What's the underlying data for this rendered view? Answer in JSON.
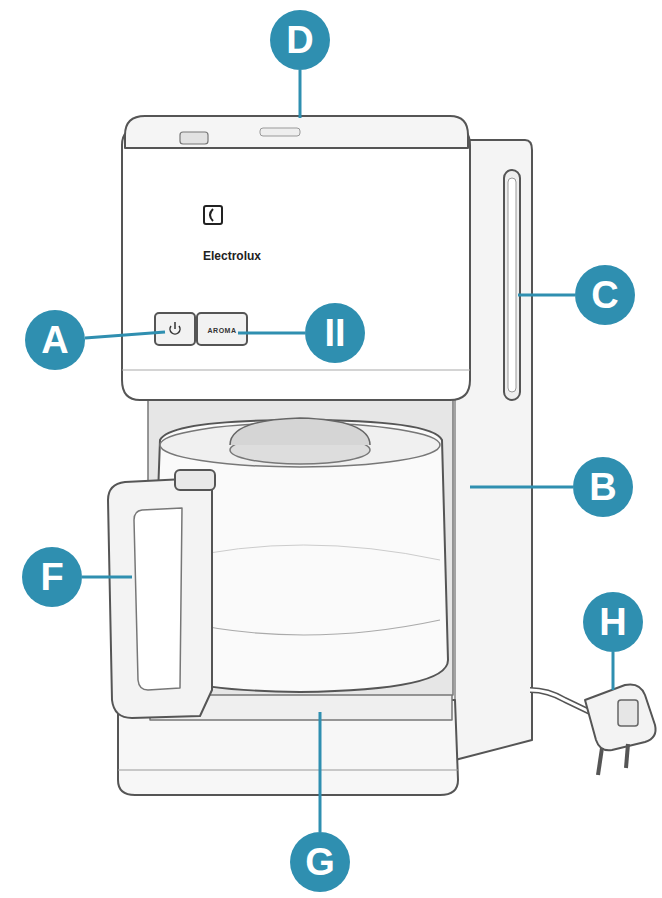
{
  "diagram": {
    "labels": [
      "D",
      "Electrolux",
      "AROMA",
      "A",
      "II",
      "C",
      "B",
      "F",
      "H",
      "G"
    ]
  }
}
